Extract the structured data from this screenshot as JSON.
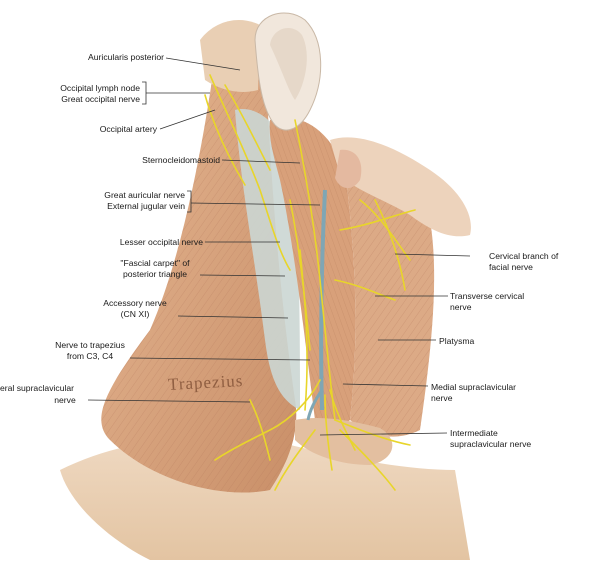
{
  "labels": {
    "auricularis_posterior": "Auricularis posterior",
    "occipital_lymph_node": "Occipital lymph node",
    "great_occipital_nerve": "Great occipital nerve",
    "occipital_artery": "Occipital artery",
    "sternocleidomastoid": "Sternocleidomastoid",
    "great_auricular_nerve": "Great auricular nerve",
    "external_jugular_vein": "External jugular vein",
    "lesser_occipital_nerve": "Lesser occipital nerve",
    "fascial_carpet_1": "\"Fascial carpet\" of",
    "fascial_carpet_2": "posterior triangle",
    "accessory_nerve_1": "Accessory nerve",
    "accessory_nerve_2": "(CN XI)",
    "nerve_trapezius_1": "Nerve to trapezius",
    "nerve_trapezius_2": "from C3, C4",
    "lateral_supraclavicular_1": "eral supraclavicular",
    "lateral_supraclavicular_2": "nerve",
    "cervical_branch_1": "Cervical branch of",
    "cervical_branch_2": "facial nerve",
    "transverse_cervical_1": "Transverse cervical",
    "transverse_cervical_2": "nerve",
    "platysma": "Platysma",
    "medial_supraclavicular_1": "Medial supraclavicular",
    "medial_supraclavicular_2": "nerve",
    "intermediate_supraclavicular_1": "Intermediate",
    "intermediate_supraclavicular_2": "supraclavicular nerve"
  },
  "in_image_text": {
    "trapezius": "Trapezius"
  },
  "colors": {
    "skin": "#e8c7a4",
    "muscle": "#d9a27c",
    "muscle_dark": "#b87a56",
    "fascia": "#c7d3d1",
    "nerve": "#e8d52a",
    "vein": "#7fa6b4",
    "ear": "#f0e6da",
    "leader": "#333333"
  }
}
